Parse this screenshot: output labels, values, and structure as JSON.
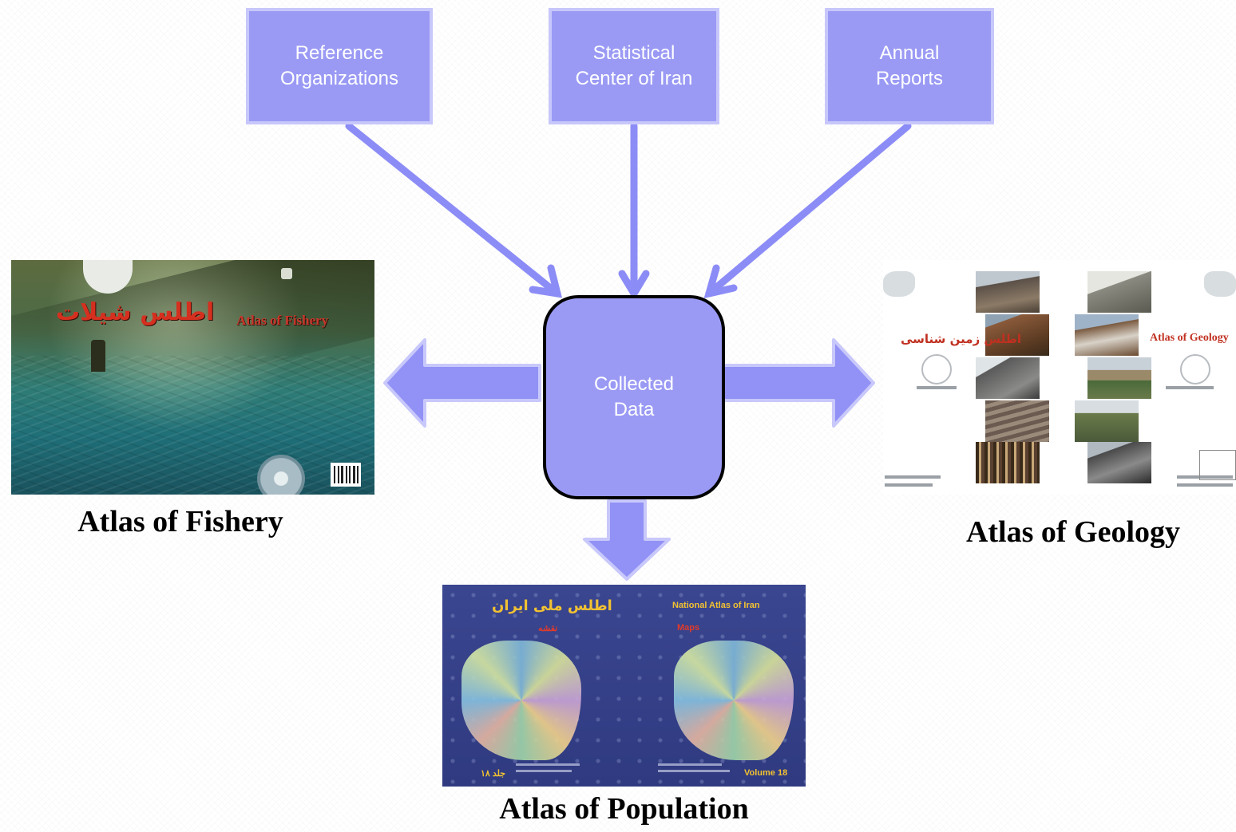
{
  "colors": {
    "box_fill": "#9a9af5",
    "box_border": "#c7c7fb",
    "connector": "#8c8cf7",
    "center_border": "#000000"
  },
  "sources": [
    {
      "line1": "Reference",
      "line2": "Organizations"
    },
    {
      "line1": "Statistical",
      "line2": "Center of Iran"
    },
    {
      "line1": "Annual",
      "line2": "Reports"
    }
  ],
  "center": {
    "line1": "Collected",
    "line2": "Data"
  },
  "atlases": {
    "fishery": {
      "caption": "Atlas of Fishery",
      "cover_title_en": "Atlas of Fishery",
      "cover_title_fa": "اطلس شیلات"
    },
    "geology": {
      "caption": "Atlas of Geology",
      "cover_title_en": "Atlas of Geology",
      "cover_title_fa": "اطلس زمین شناسی"
    },
    "population": {
      "caption": "Atlas of Population",
      "cover_title_en": "National Atlas of Iran",
      "cover_title_fa": "اطلس ملی ایران",
      "cover_sub_en": "Maps",
      "cover_sub_fa": "نقشه",
      "volume_en": "Volume 18",
      "volume_fa": "جلد ۱۸"
    }
  }
}
